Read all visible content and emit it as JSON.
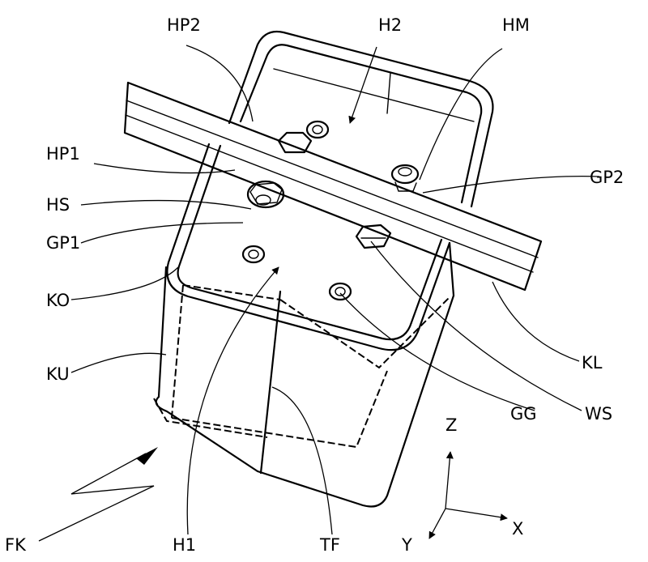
{
  "labels": {
    "hp2": "HP2",
    "h2": "H2",
    "hm": "HM",
    "hp1": "HP1",
    "gp2": "GP2",
    "hs": "HS",
    "gp1": "GP1",
    "ko": "KO",
    "ku": "KU",
    "kl": "KL",
    "gg": "GG",
    "ws": "WS",
    "fk": "FK",
    "h1": "H1",
    "tf": "TF",
    "axis_z": "Z",
    "axis_x": "X",
    "axis_y": "Y"
  }
}
